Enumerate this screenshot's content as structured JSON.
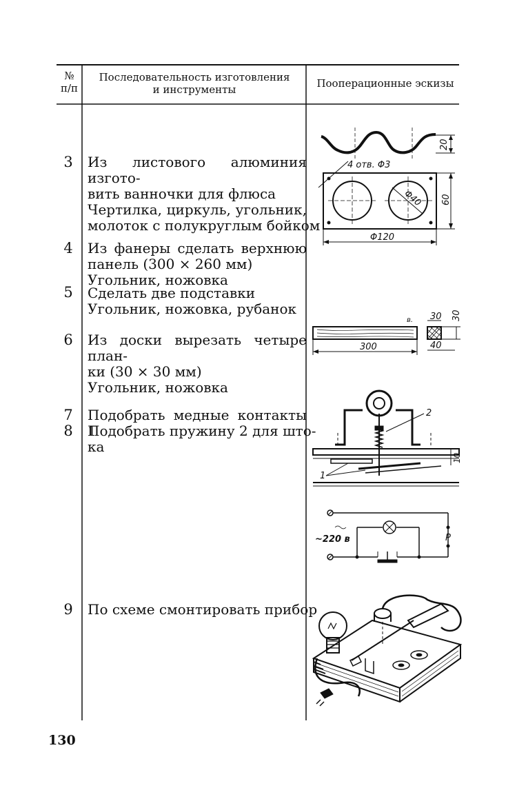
{
  "header": {
    "col_num_line1": "№",
    "col_num_line2": "п/п",
    "col_seq_line1": "Последовательность изготовления",
    "col_seq_line2": "и инструменты",
    "col_sketch": "Пооперационные эскизы"
  },
  "rows": [
    {
      "num": "3",
      "lines": [
        "Из листового алюминия изгото-",
        "вить ванночки для флюса",
        "Чертилка, циркуль, угольник,",
        "молоток с полукруглым бойком"
      ]
    },
    {
      "num": "4",
      "lines": [
        "Из фанеры сделать верхнюю",
        "панель (300 × 260 мм)",
        "Угольник, ножовка"
      ]
    },
    {
      "num": "5",
      "lines": [
        "Сделать две подставки",
        "Угольник, ножовка, рубанок"
      ]
    },
    {
      "num": "6",
      "lines": [
        "Из доски вырезать четыре план-",
        "ки (30 × 30 мм)",
        "Угольник, ножовка"
      ]
    },
    {
      "num": "7",
      "lines": [
        "Подобрать медные контакты 1"
      ]
    },
    {
      "num": "8",
      "lines": [
        "Подобрать пружину 2 для што-",
        "ка"
      ]
    },
    {
      "num": "9",
      "lines": [
        "По схеме смонтировать прибор"
      ]
    }
  ],
  "sketches": {
    "tray": {
      "dim_height": "20",
      "dim_holes": "4 отв. Φ3",
      "dim_diameter": "Φ40",
      "dim_width_side": "60",
      "dim_length": "Φ120"
    },
    "plank": {
      "dim_length": "300",
      "dim_section_top": "30",
      "dim_section_side": "30",
      "dim_section_bottom": "40",
      "mark": "в."
    },
    "contacts": {
      "label_spring": "2",
      "label_contacts": "1",
      "dim_thickness": "10"
    },
    "circuit": {
      "voltage": "~220 в",
      "label_p": "P"
    }
  },
  "page_number": "130"
}
